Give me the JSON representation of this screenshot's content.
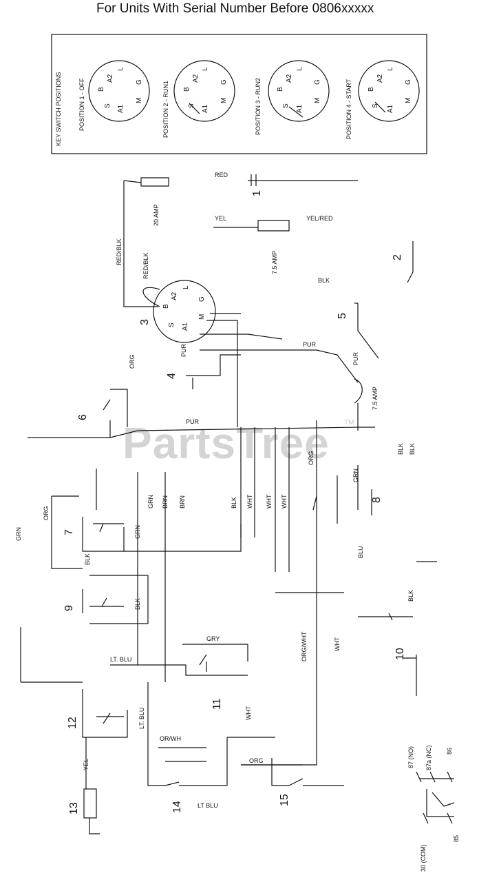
{
  "title": "For Units With Serial Number Before 0806xxxxx",
  "watermark": "PartsTree",
  "watermark_tm": "TM",
  "key_switch_box": {
    "heading": "KEY SWITCH POSITIONS",
    "positions": [
      {
        "label": "POSITION 1 - OFF"
      },
      {
        "label": "POSITION 2 - RUN1"
      },
      {
        "label": "POSITION 3 - RUN2"
      },
      {
        "label": "POSITION 4 - START"
      }
    ],
    "terminals": [
      "L",
      "A2",
      "B",
      "S",
      "A1",
      "M",
      "G"
    ]
  },
  "components": [
    "1",
    "2",
    "3",
    "4",
    "5",
    "6",
    "7",
    "8",
    "9",
    "10",
    "11",
    "12",
    "13",
    "14",
    "15"
  ],
  "fuses": {
    "main": "20 AMP",
    "mid": "7.5 AMP",
    "lower": "7.5 AMP"
  },
  "wires": {
    "red": "RED",
    "yel": "YEL",
    "yel_red": "YEL/RED",
    "red_blk_1": "RED/BLK",
    "red_blk_2": "RED/BLK",
    "blk_1": "BLK",
    "blk_2": "BLK",
    "blk_3": "BLK",
    "blk_4": "BLK",
    "blk_5": "BLK",
    "blk_6": "BLK",
    "blk_7": "BLK",
    "pur_1": "PUR",
    "pur_2": "PUR",
    "pur_3": "PUR",
    "pur_4": "PUR",
    "org_1": "ORG",
    "org_2": "ORG",
    "org_3": "ORG",
    "org_4": "ORG",
    "grn_1": "GRN",
    "grn_2": "GRN",
    "grn_3": "GRN",
    "grn_4": "GRN",
    "brn_1": "BRN",
    "brn_2": "BRN",
    "wht_1": "WHT",
    "wht_2": "WHT",
    "wht_3": "WHT",
    "wht_4": "WHT",
    "wht_5": "WHT",
    "blu": "BLU",
    "gry": "GRY",
    "lt_blu_1": "LT. BLU",
    "lt_blu_2": "LT. BLU",
    "lt_blu_3": "LT BLU",
    "org_wht": "ORG/WHT",
    "or_wh": "OR/WH",
    "yel_2": "YEL"
  },
  "relay": {
    "no": "87 (NO)",
    "nc": "87a (NC)",
    "t86": "86",
    "com": "30 (COM)",
    "t85": "85"
  }
}
